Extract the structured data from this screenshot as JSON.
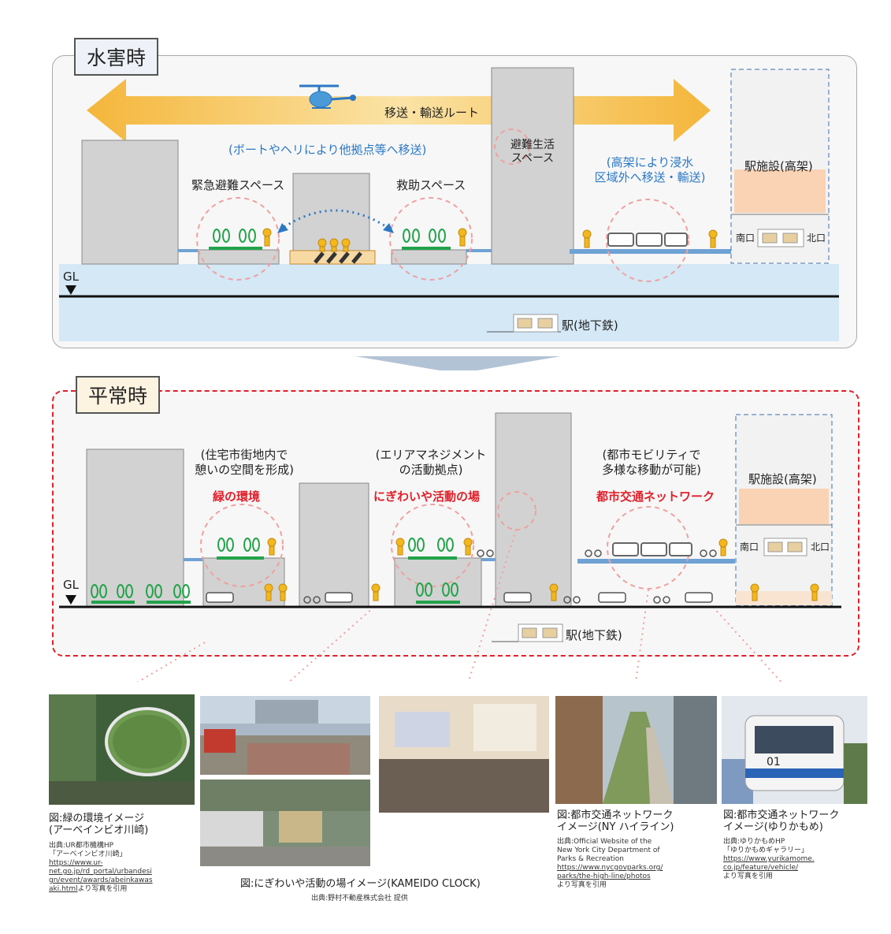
{
  "top": {
    "tag": "水害時",
    "route_label": "移送・輸送ルート",
    "boat_heli_note": "(ボートやヘリにより他拠点等へ移送)",
    "emergency_space": "緊急避難スペース",
    "rescue_space": "救助スペース",
    "evac_life_line1": "避難生活",
    "evac_life_line2": "スペース",
    "elevated_line1": "(高架により浸水",
    "elevated_line2": "区域外へ移送・輸送)",
    "station_facility": "駅施設(高架)",
    "south_exit": "南口",
    "north_exit": "北口",
    "gl": "GL",
    "subway": "駅(地下鉄)"
  },
  "bottom": {
    "tag": "平常時",
    "note1_line1": "(住宅市街地内で",
    "note1_line2": "憩いの空間を形成)",
    "green_env": "緑の環境",
    "note2_line1": "(エリアマネジメント",
    "note2_line2": "の活動拠点)",
    "bustle": "にぎわいや活動の場",
    "note3_line1": "(都市モビリティで",
    "note3_line2": "多様な移動が可能)",
    "transit": "都市交通ネットワーク",
    "station_facility": "駅施設(高架)",
    "south_exit": "南口",
    "north_exit": "北口",
    "gl": "GL",
    "subway": "駅(地下鉄)"
  },
  "captions": {
    "c1_title1": "図:緑の環境イメージ",
    "c1_title2": "(アーベインビオ川崎)",
    "c1_src1": "出典:UR都市機構HP",
    "c1_src2": "「アーベインビオ川崎」",
    "c1_url1": "https://www.ur-",
    "c1_url2": "net.go.jp/rd_portal/urbandesi",
    "c1_url3": "gn/event/awards/abeinkawas",
    "c1_url4": "aki.html",
    "c1_src3": "より写真を引用",
    "c2_title": "図:にぎわいや活動の場イメージ(KAMEIDO CLOCK)",
    "c2_src": "出典:野村不動産株式会社 提供",
    "c3_title1": "図:都市交通ネットワーク",
    "c3_title2": "イメージ(NY ハイライン)",
    "c3_src1": "出典:Official Website of the",
    "c3_src2": "New York City Department of",
    "c3_src3": "Parks & Recreation",
    "c3_url1": "https://www.nycgovparks.org/",
    "c3_url2": "parks/the-high-line/photos",
    "c3_src4": "より写真を引用",
    "c4_title1": "図:都市交通ネットワーク",
    "c4_title2": "イメージ(ゆりかもめ)",
    "c4_src1": "出典:ゆりかもめHP",
    "c4_src2": "「ゆりかもめギャラリー」",
    "c4_url1": "https://www.yurikamome.",
    "c4_url2": "co.jp/feature/vehicle/",
    "c4_src3": "より写真を引用",
    "train_number": "01"
  },
  "colors": {
    "arrow": "#f6c24b",
    "water": "#d4e8f6",
    "building": "#d2d2d2",
    "accent_blue": "#2b78c5",
    "accent_red": "#e0202a",
    "dashed_circle": "#f0a0a0",
    "tree": "#22a34a",
    "person": "#f2b81c"
  }
}
